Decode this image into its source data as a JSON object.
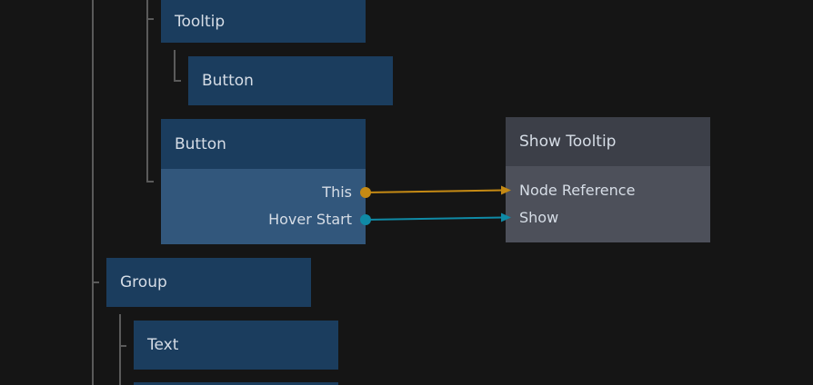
{
  "tree": {
    "tooltip_node": {
      "title": "Tooltip"
    },
    "tooltip_child_button": {
      "title": "Button"
    },
    "button_node": {
      "title": "Button",
      "outputs": [
        {
          "label": "This",
          "color": "#c58a14"
        },
        {
          "label": "Hover Start",
          "color": "#0f8aa6"
        }
      ]
    },
    "group_node": {
      "title": "Group"
    },
    "text_node": {
      "title": "Text"
    }
  },
  "action_node": {
    "title": "Show Tooltip",
    "inputs": [
      {
        "label": "Node Reference",
        "color": "#c58a14"
      },
      {
        "label": "Show",
        "color": "#0f8aa6"
      }
    ]
  },
  "colors": {
    "background": "#151515",
    "tree_node_header": "#1b3d5e",
    "tree_node_body": "#32577c",
    "action_node_header": "#3c3f48",
    "action_node_body": "#4d505a",
    "wire_this": "#c58a14",
    "wire_hover_start": "#0f8aa6"
  }
}
